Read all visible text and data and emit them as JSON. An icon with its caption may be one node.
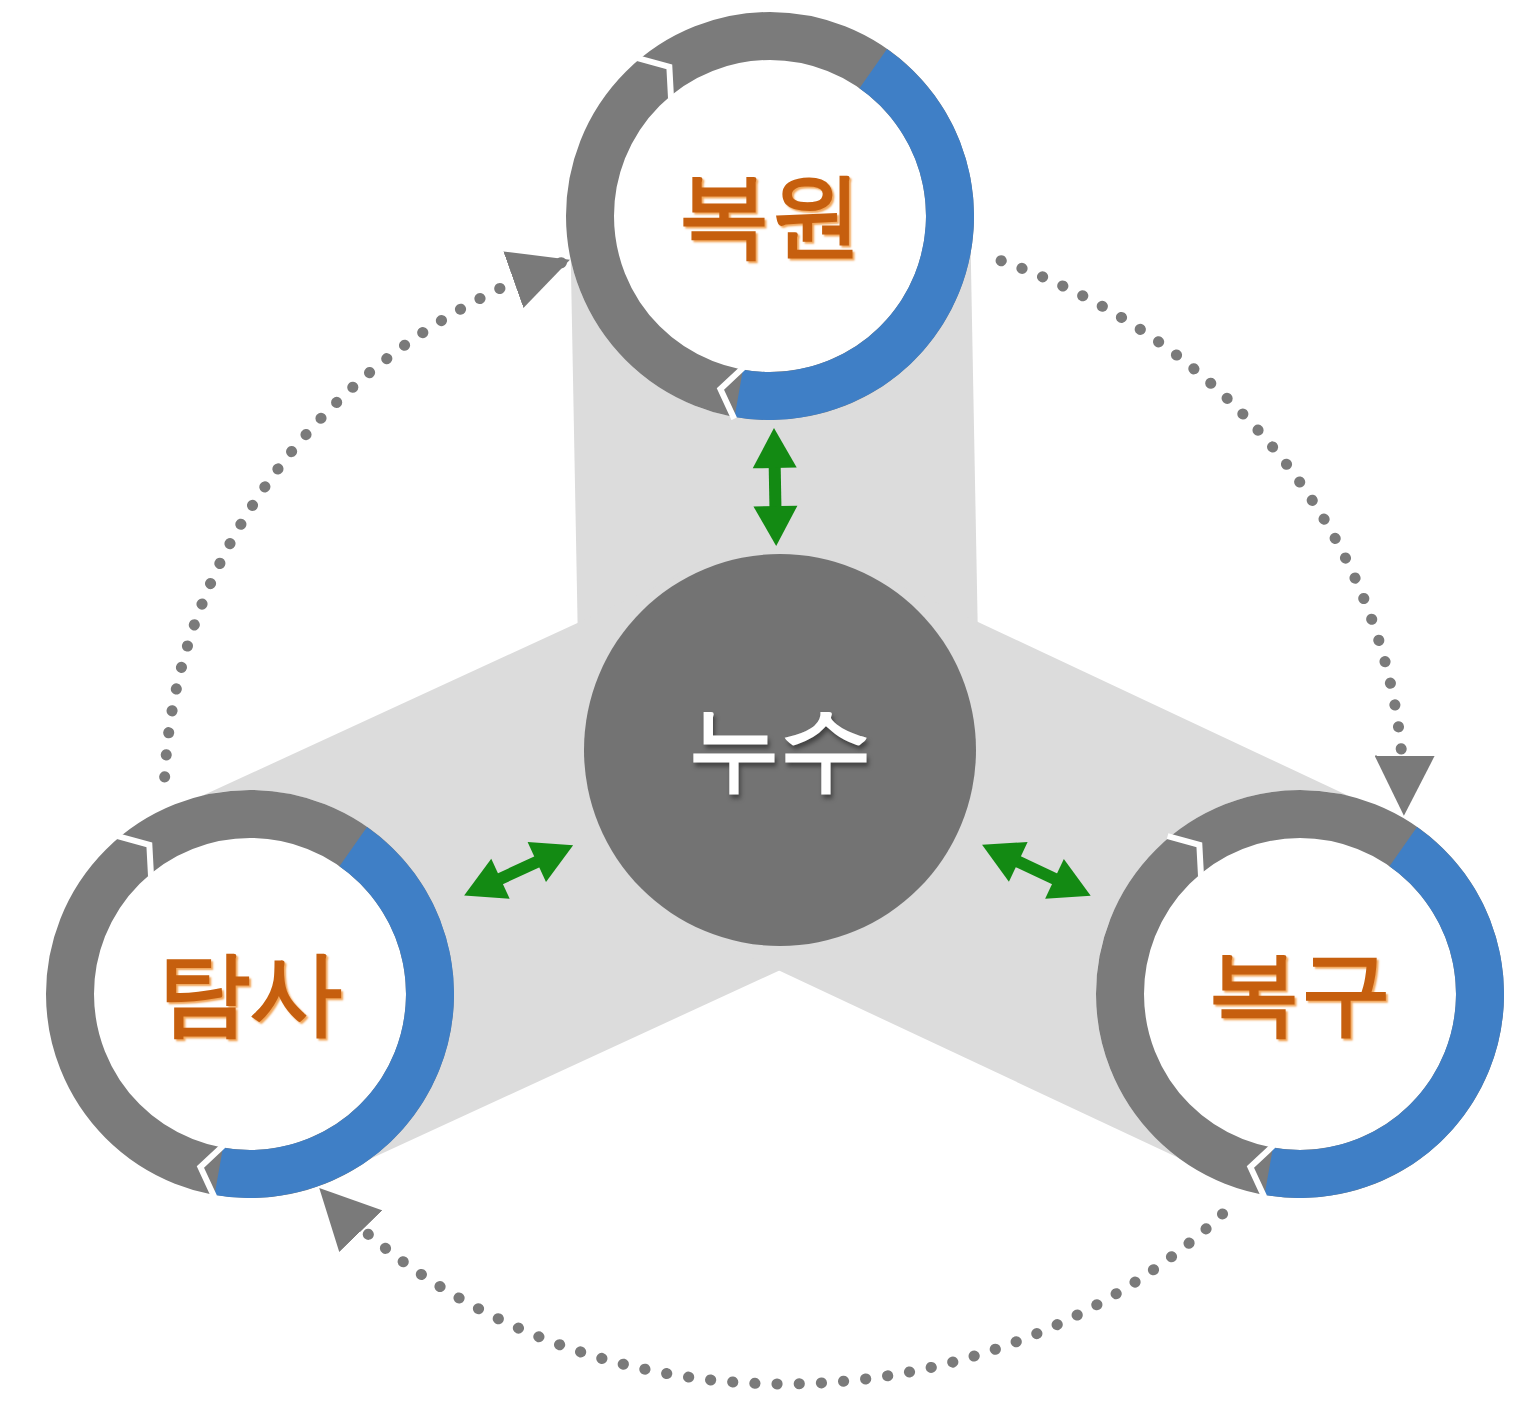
{
  "diagram": {
    "nodes": [
      {
        "text": [
          "누수"
        ]
      },
      {
        "text": [
          "복원"
        ]
      },
      {
        "text": [
          "탐사"
        ]
      },
      {
        "text": [
          "복구"
        ]
      }
    ],
    "edges": [
      {
        "from": 0,
        "to": 1,
        "arrow": "both",
        "color": "#138a13"
      },
      {
        "from": 0,
        "to": 2,
        "arrow": "both",
        "color": "#138a13"
      },
      {
        "from": 0,
        "to": 3,
        "arrow": "both",
        "color": "#138a13"
      },
      {
        "from": 1,
        "to": 3,
        "arrow": "to",
        "style": "dashed",
        "color": "#7a7a7a"
      },
      {
        "from": 3,
        "to": 2,
        "arrow": "to",
        "style": "dashed",
        "color": "#7a7a7a"
      },
      {
        "from": 2,
        "to": 1,
        "arrow": "to",
        "style": "dashed",
        "color": "#7a7a7a"
      }
    ]
  }
}
